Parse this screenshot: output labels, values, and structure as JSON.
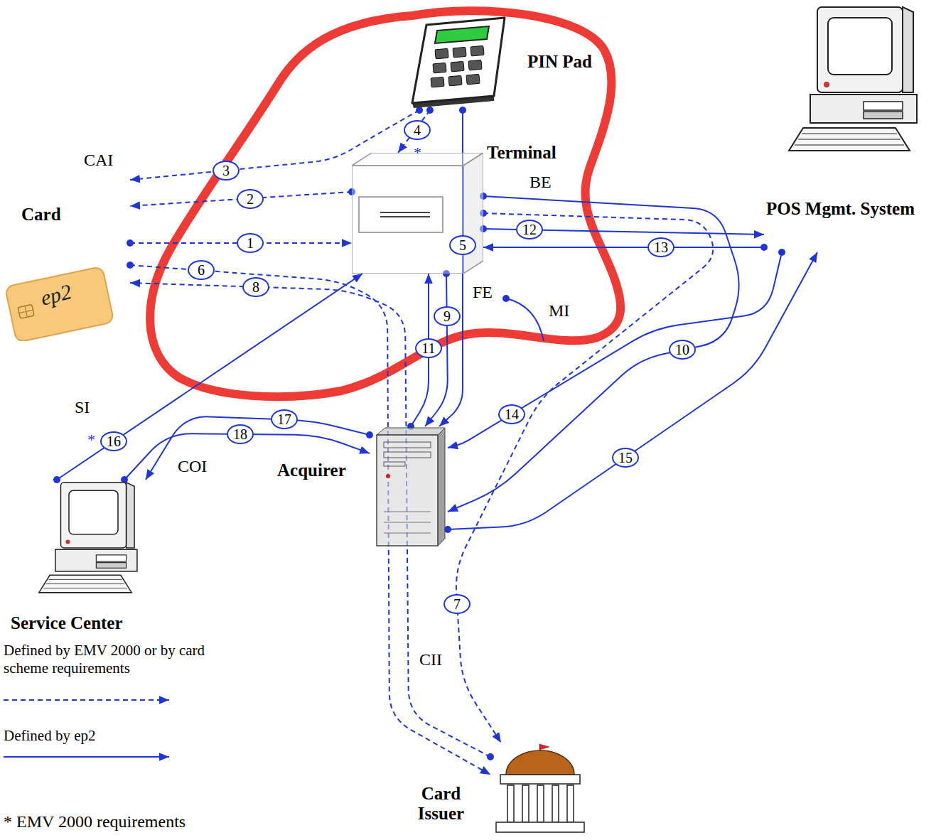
{
  "diagram": {
    "nodes": [
      {
        "text": [
          "PIN Pad"
        ]
      },
      {
        "text": [
          "Card",
          "ep2"
        ]
      },
      {
        "text": [
          "Terminal"
        ]
      },
      {
        "text": [
          "POS Mgmt. System"
        ]
      },
      {
        "text": [
          "Service Center"
        ]
      },
      {
        "text": [
          "Acquirer"
        ]
      },
      {
        "text": [
          "Card Issuer"
        ]
      }
    ],
    "edges": [
      {
        "from": 1,
        "to": 2,
        "arrow": "to",
        "label": "1"
      },
      {
        "from": 2,
        "to": 1,
        "arrow": "to",
        "label": "2"
      },
      {
        "from": 0,
        "to": 1,
        "arrow": "to",
        "label": "3"
      },
      {
        "from": 0,
        "to": 2,
        "arrow": "to",
        "label": "4"
      },
      {
        "from": 0,
        "to": 5,
        "arrow": "to",
        "label": "5"
      },
      {
        "from": 1,
        "to": 6,
        "arrow": "to",
        "label": "6"
      },
      {
        "from": 2,
        "to": 6,
        "arrow": "to",
        "label": "7"
      },
      {
        "from": 6,
        "to": 1,
        "arrow": "to",
        "label": "8"
      },
      {
        "from": 2,
        "to": 5,
        "arrow": "to",
        "label": "9"
      },
      {
        "from": 2,
        "to": 5,
        "arrow": "to",
        "label": "10"
      },
      {
        "from": 5,
        "to": 2,
        "arrow": "to",
        "label": "11"
      },
      {
        "from": 2,
        "to": 3,
        "arrow": "to",
        "label": "12"
      },
      {
        "from": 3,
        "to": 2,
        "arrow": "to",
        "label": "13"
      },
      {
        "from": 3,
        "to": 5,
        "arrow": "to",
        "label": "14"
      },
      {
        "from": 5,
        "to": 3,
        "arrow": "to",
        "label": "15"
      },
      {
        "from": 4,
        "to": 2,
        "arrow": "to",
        "label": "16"
      },
      {
        "from": 5,
        "to": 4,
        "arrow": "to",
        "label": "17"
      },
      {
        "from": 4,
        "to": 5,
        "arrow": "to",
        "label": "18"
      }
    ],
    "labels": [
      "CAI",
      "BE",
      "FE",
      "MI",
      "SI",
      "COI",
      "CII",
      "*",
      "*",
      "* EMV 2000 requirements"
    ],
    "legend": [
      {
        "text": "Defined by EMV 2000 or by card scheme requirements"
      },
      {
        "text": "Defined by ep2"
      }
    ]
  }
}
